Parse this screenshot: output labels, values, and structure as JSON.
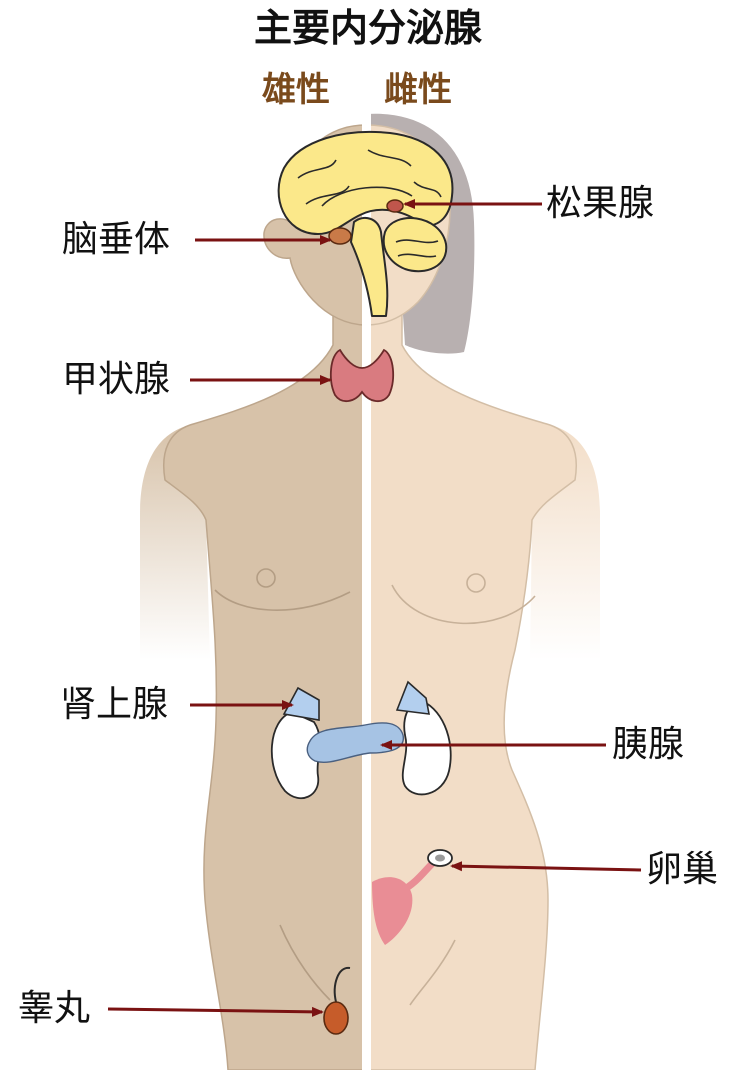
{
  "title": "主要内分泌腺",
  "subtitle": {
    "male": "雄性",
    "female": "雌性"
  },
  "glands": {
    "pituitary": "脑垂体",
    "pineal": "松果腺",
    "thyroid": "甲状腺",
    "adrenal": "肾上腺",
    "pancreas": "胰腺",
    "ovary": "卵巢",
    "testis": "睾丸"
  },
  "colors": {
    "male_body": "#d7c2a9",
    "female_body": "#f2ddc7",
    "hair": "#b8b0b0",
    "brain": "#fbe88a",
    "pituitary": "#c97a48",
    "pineal": "#c0564c",
    "thyroid": "#d97b80",
    "adrenal": "#b3cfee",
    "pancreas": "#a6c3e4",
    "kidney": "#ffffff",
    "ovary": "#e98d95",
    "testis": "#c65c2a",
    "pointer": "#7a1212",
    "subtitle": "#7a4a1c"
  }
}
